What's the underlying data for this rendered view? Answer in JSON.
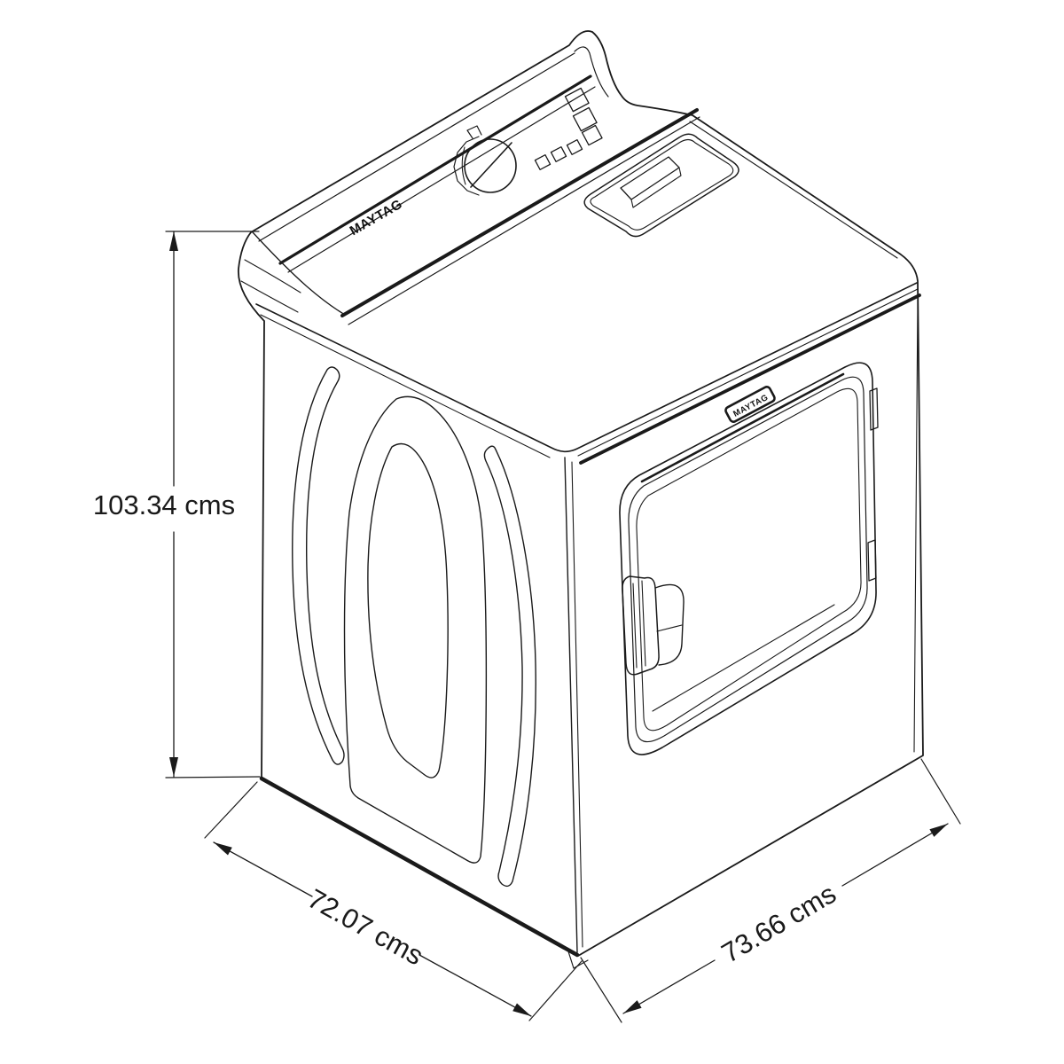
{
  "diagram": {
    "background": "#ffffff",
    "line_color": "#1a1a1a",
    "branding": {
      "console_logo": "MAYTAG",
      "door_badge": "MAYTAG"
    },
    "dimensions": {
      "height": {
        "label": "103.34 cms"
      },
      "depth": {
        "label": "72.07 cms"
      },
      "width": {
        "label": "73.66 cms"
      }
    }
  }
}
